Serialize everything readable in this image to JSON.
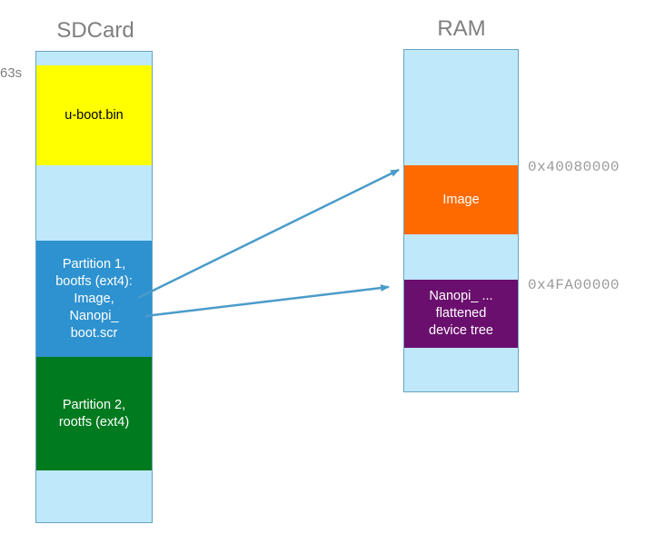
{
  "sdcard": {
    "title": "SDCard",
    "side_label": "63s",
    "blocks": {
      "uboot": "u-boot.bin",
      "partition1": "Partition 1,\nbootfs (ext4):\nImage,\nNanopi_\nboot.scr",
      "partition2": "Partition 2,\nrootfs  (ext4)"
    }
  },
  "ram": {
    "title": "RAM",
    "blocks": {
      "image": "Image",
      "dtb": "Nanopi_ ...\nflattened\ndevice tree"
    },
    "addresses": {
      "image": "0x40080000",
      "dtb": "0x4FA00000"
    }
  },
  "colors": {
    "column_bg": "#bfe8fb",
    "uboot": "#ffff00",
    "partition1": "#2e92d0",
    "partition2": "#007a1f",
    "image": "#ff6a00",
    "dtb": "#6a0f6e",
    "arrow": "#4a9bc9"
  }
}
